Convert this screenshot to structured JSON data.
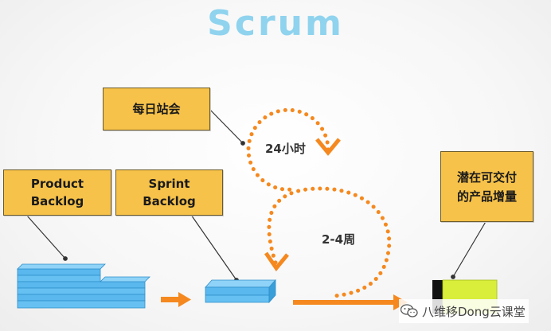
{
  "title": "Scrum",
  "labels": {
    "daily_standup": "每日站会",
    "product_backlog": "Product\nBacklog",
    "sprint_backlog": "Sprint\nBacklog",
    "potential_increment": "潜在可交付\n的产品增量"
  },
  "cycles": {
    "daily": "24小时",
    "sprint": "2-4周"
  },
  "watermark": {
    "text": "八维移Dong云课堂",
    "icon": "wechat-icon"
  },
  "colors": {
    "title": "#8fd3ee",
    "label_box": "#f6c24a",
    "arrow": "#f5891f",
    "backlog_stack": "#5ab8ee",
    "increment": "#d8ee3a"
  }
}
